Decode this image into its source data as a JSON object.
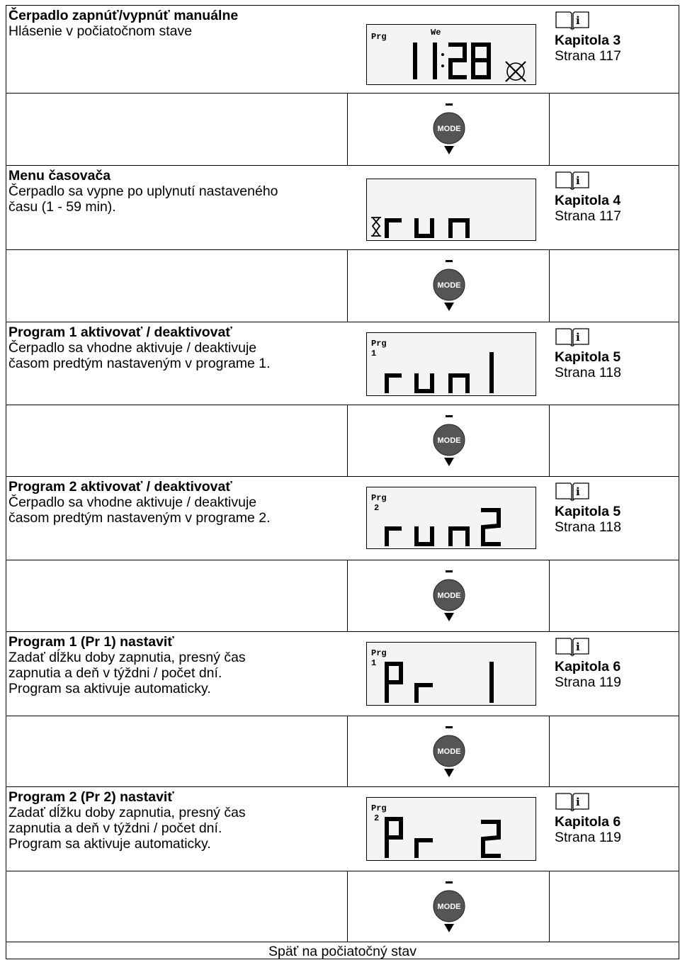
{
  "steps": [
    {
      "title": "Čerpadlo zapnúť/vypnúť manuálne",
      "lines": [
        "Hlásenie v počiatočnom stave"
      ],
      "lcd": {
        "top": "We",
        "prg": "Prg",
        "main": "11:28",
        "digit": "",
        "icons": [
          "hourglass-off-icon"
        ]
      },
      "chapter": "Kapitola 3",
      "page": "Strana 117"
    },
    {
      "title": "Menu časovača",
      "lines": [
        "Čerpadlo sa vypne po uplynutí nastaveného",
        "času (1 - 59 min)."
      ],
      "lcd": {
        "main": "run",
        "icons": [
          "hourglass-icon"
        ]
      },
      "chapter": "Kapitola 4",
      "page": "Strana 117"
    },
    {
      "title": "Program 1 aktivovať / deaktivovať",
      "lines": [
        "Čerpadlo sa vhodne aktivuje / deaktivuje",
        "časom predtým nastaveným v programe 1."
      ],
      "lcd": {
        "prg": "Prg",
        "digit": "1",
        "main": "run1"
      },
      "chapter": "Kapitola 5",
      "page": "Strana 118"
    },
    {
      "title": "Program 2 aktivovať / deaktivovať",
      "lines": [
        "Čerpadlo sa vhodne aktivuje / deaktivuje",
        "časom predtým nastaveným v programe 2."
      ],
      "lcd": {
        "prg": "Prg",
        "digit": "2",
        "main": "run2"
      },
      "chapter": "Kapitola 5",
      "page": "Strana 118"
    },
    {
      "title": "Program 1 (Pr 1) nastaviť",
      "lines": [
        "Zadať dĺžku doby zapnutia, presný čas",
        "zapnutia a deň v týždni / počet dní.",
        "Program sa aktivuje automaticky."
      ],
      "lcd": {
        "prg": "Prg",
        "digit": "1",
        "main": "Pr 1"
      },
      "chapter": "Kapitola 6",
      "page": "Strana 119"
    },
    {
      "title": "Program 2 (Pr 2) nastaviť",
      "lines": [
        "Zadať dĺžku doby zapnutia, presný čas",
        "zapnutia a deň v týždni / počet dní.",
        "Program sa aktivuje automaticky."
      ],
      "lcd": {
        "prg": "Prg",
        "digit": "2",
        "main": "Pr 2"
      },
      "chapter": "Kapitola 6",
      "page": "Strana 119"
    }
  ],
  "mode_button": {
    "label": "MODE",
    "icon": "mode-button-icon"
  },
  "book_icon": "manual-info-icon",
  "footer": "Späť na počiatočný stav"
}
